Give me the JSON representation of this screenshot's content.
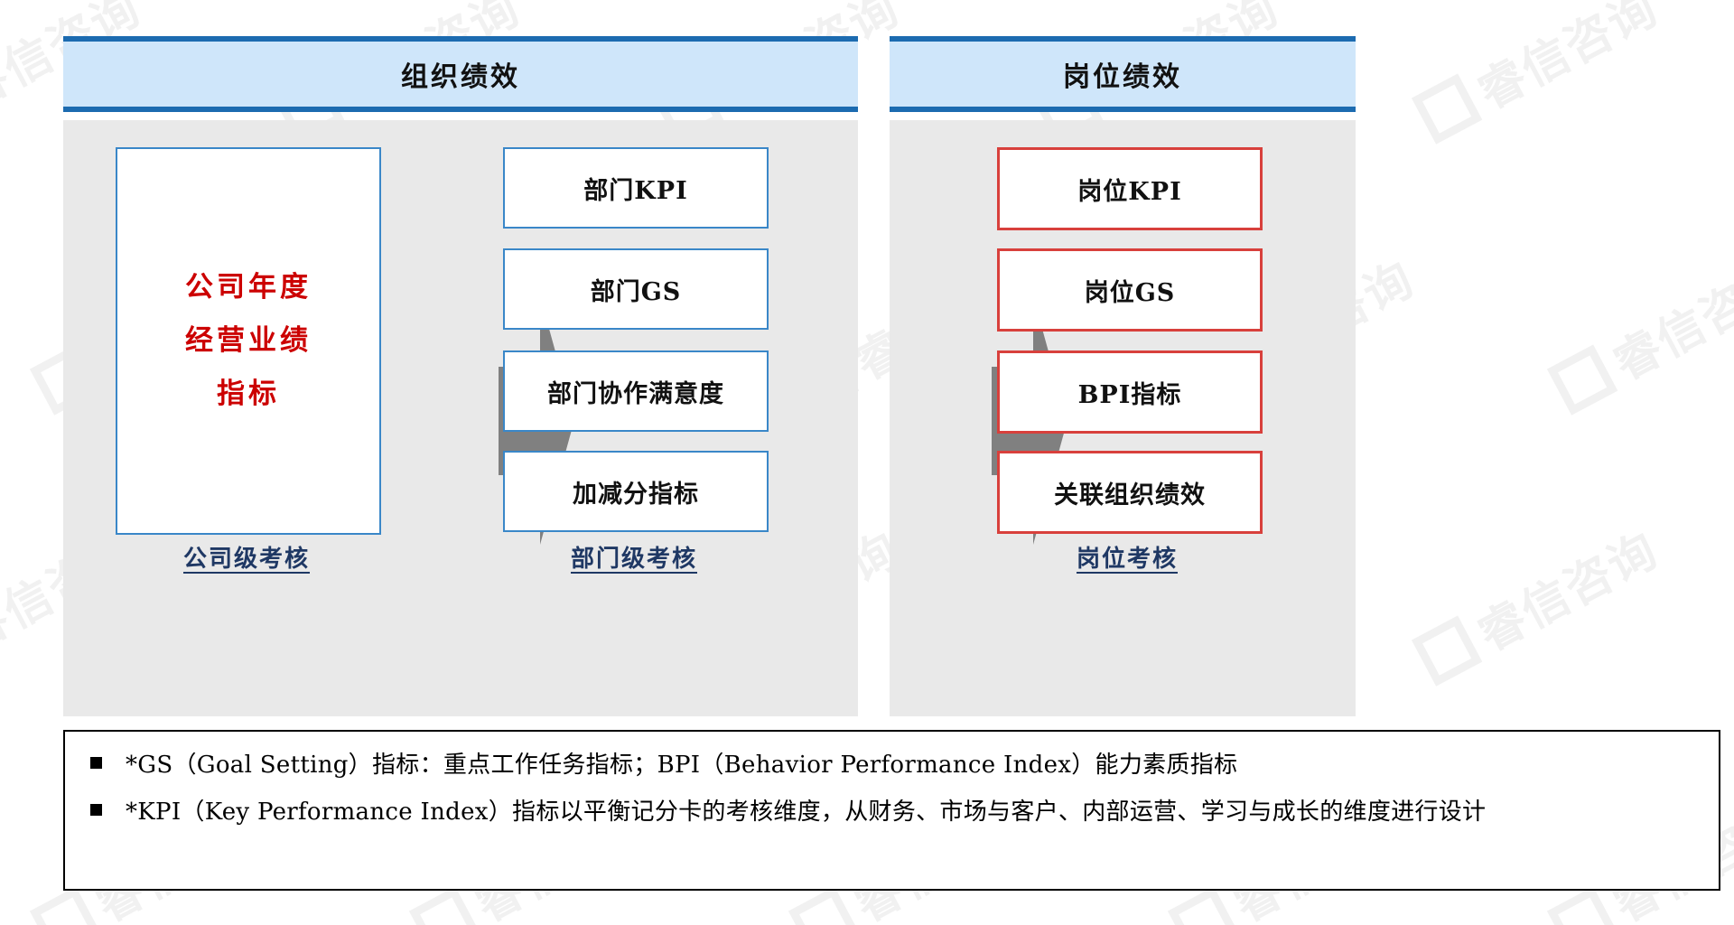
{
  "headers": {
    "left": "组织绩效",
    "right": "岗位绩效"
  },
  "company_box": {
    "lines": [
      "公司年度",
      "经营业绩",
      "指标"
    ],
    "text_color": "#cc0000"
  },
  "columns": {
    "department": {
      "caption": "部门级考核",
      "boxes": [
        {
          "label": "部门KPI"
        },
        {
          "label": "部门GS"
        },
        {
          "label": "部门协作满意度"
        },
        {
          "label": "加减分指标"
        }
      ]
    },
    "position": {
      "caption": "岗位考核",
      "boxes": [
        {
          "label": "岗位KPI"
        },
        {
          "label": "岗位GS"
        },
        {
          "label": "BPI指标"
        },
        {
          "label": "关联组织绩效"
        }
      ]
    },
    "company": {
      "caption": "公司级考核"
    }
  },
  "arrows": [
    {
      "name": "arrow-company-to-department",
      "direction": "right",
      "color": "#808080"
    },
    {
      "name": "arrow-department-to-position",
      "direction": "right",
      "color": "#808080"
    }
  ],
  "notes": [
    "*GS（Goal Setting）指标：重点工作任务指标；BPI（Behavior Performance Index）能力素质指标",
    "*KPI（Key Performance Index）指标以平衡记分卡的考核维度，从财务、市场与客户、内部运营、学习与成长的维度进行设计"
  ],
  "watermark": {
    "text": "睿信咨询",
    "repeats": 10
  },
  "colors": {
    "header_fill": "#cfe6fa",
    "header_border": "#1c6bb0",
    "panel_fill": "#e9e9e9",
    "blue_box_border": "#3a87c8",
    "red_box_border": "#d8403c",
    "caption_text": "#1f3864",
    "arrow_gray": "#808080",
    "company_text": "#cc0000"
  }
}
